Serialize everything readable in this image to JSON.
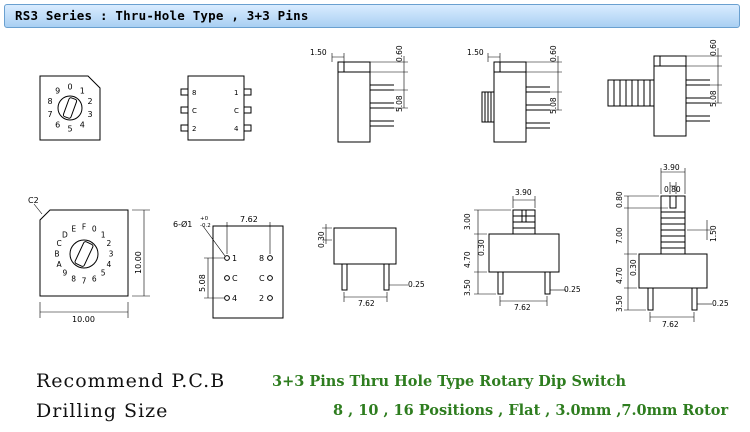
{
  "header": {
    "title": "RS3 Series : Thru-Hole Type , 3+3 Pins"
  },
  "top_row": {
    "front_pins_left": [
      "8",
      "C",
      "2"
    ],
    "front_pins_right": [
      "1",
      "C",
      "4"
    ],
    "side_dims": {
      "width": "1.50",
      "top": "0.60",
      "pitch": "5.08"
    }
  },
  "dial_top_labels": [
    "0",
    "1",
    "2",
    "3",
    "4",
    "5",
    "6",
    "7",
    "8",
    "9"
  ],
  "dial_bottom_labels": [
    "F",
    "0",
    "1",
    "2",
    "3",
    "4",
    "5",
    "6",
    "7",
    "8",
    "9",
    "A",
    "B",
    "C",
    "D",
    "E"
  ],
  "bottom_row": {
    "corner_label": "C2",
    "body_width": "10.00",
    "body_height": "10.00",
    "pcb_hole_label": "6-Ø1",
    "pcb_tol_plus": "+0",
    "pcb_tol_minus": "-0.2",
    "pcb_width": "7.62",
    "pcb_pitch": "5.08",
    "pcb_pins_left": [
      "1",
      "C",
      "4"
    ],
    "pcb_pins_right": [
      "8",
      "C",
      "2"
    ],
    "flat_height": "0.30",
    "flat_pin": "0.25",
    "flat_span": "7.62",
    "rotor3": {
      "knob_w": "3.90",
      "knob_h": "3.00",
      "body_h": "4.70",
      "gap": "0.30",
      "leg": "3.50",
      "pin": "0.25",
      "span": "7.62"
    },
    "rotor7": {
      "knob_w": "3.90",
      "tab_w": "0.80",
      "tab_h": "0.80",
      "knob_h": "7.00",
      "side": "1.50",
      "body_h": "4.70",
      "gap": "0.30",
      "leg": "3.50",
      "pin": "0.25",
      "span": "7.62"
    }
  },
  "footer": {
    "left_line1": "Recommend P.C.B",
    "left_line2": "Drilling  Size",
    "right_line1": "3+3 Pins Thru Hole Type Rotary Dip Switch",
    "right_line2": "8 , 10 , 16 Positions , Flat , 3.0mm ,7.0mm Rotor"
  },
  "colors": {
    "header_bg": "#b7d8f7",
    "accent_green": "#2e7d1f"
  }
}
